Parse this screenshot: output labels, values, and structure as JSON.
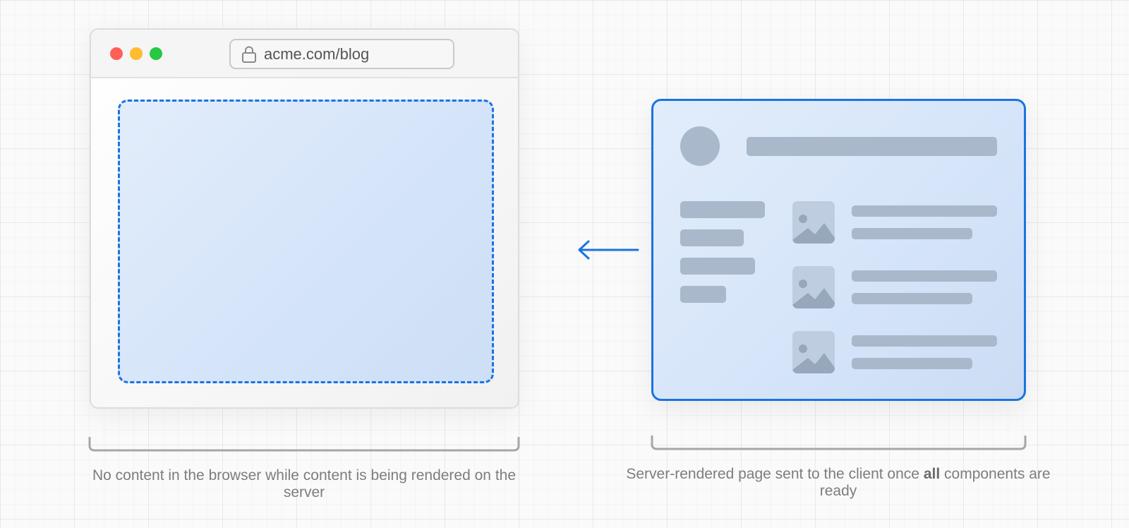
{
  "browser": {
    "url": "acme.com/blog",
    "caption": "No content in the browser while content is being rendered on the server"
  },
  "server": {
    "caption_before": "Server-rendered page sent to the client once",
    "caption_bold": "all",
    "caption_after": "components are ready"
  },
  "colors": {
    "accent": "#1b73e0",
    "skeleton": "#a9b8cb",
    "panel_fill": "#d6e5f9",
    "traffic_red": "#ff5f57",
    "traffic_yellow": "#febc2e",
    "traffic_green": "#28c840"
  },
  "icons": [
    "lock-icon",
    "image-icon",
    "arrow-left-icon"
  ]
}
